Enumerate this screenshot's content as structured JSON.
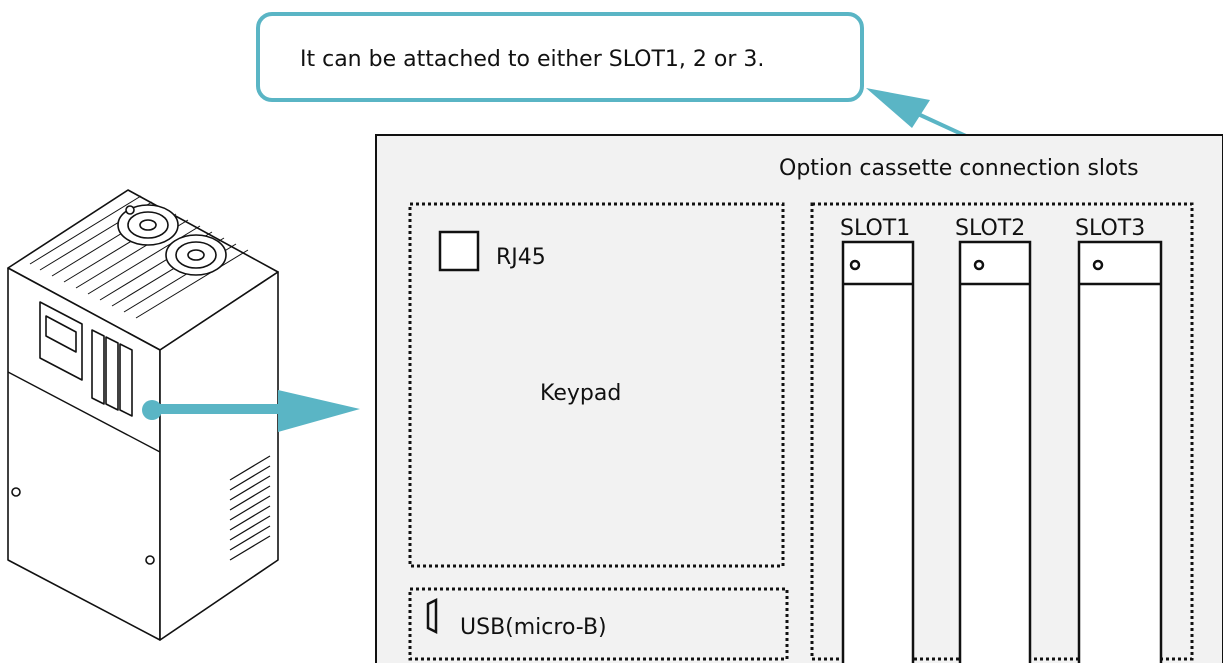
{
  "callout": {
    "text": "It can be attached to either SLOT1, 2 or 3."
  },
  "panel": {
    "slots_caption": "Option cassette connection slots",
    "keypad": {
      "rj45_label": "RJ45",
      "label": "Keypad"
    },
    "usb": {
      "label": "USB(micro-B)"
    },
    "slots": [
      {
        "label": "SLOT1"
      },
      {
        "label": "SLOT2"
      },
      {
        "label": "SLOT3"
      }
    ]
  },
  "colors": {
    "callout_border": "#5ab5c5",
    "arrow": "#5ab5c5",
    "panel_fill": "#f2f2f2",
    "line": "#111111"
  },
  "icons": {
    "usb_port": "usb-port-icon",
    "inverter": "inverter-illustration",
    "rj45_port": "rj45-port-icon"
  }
}
